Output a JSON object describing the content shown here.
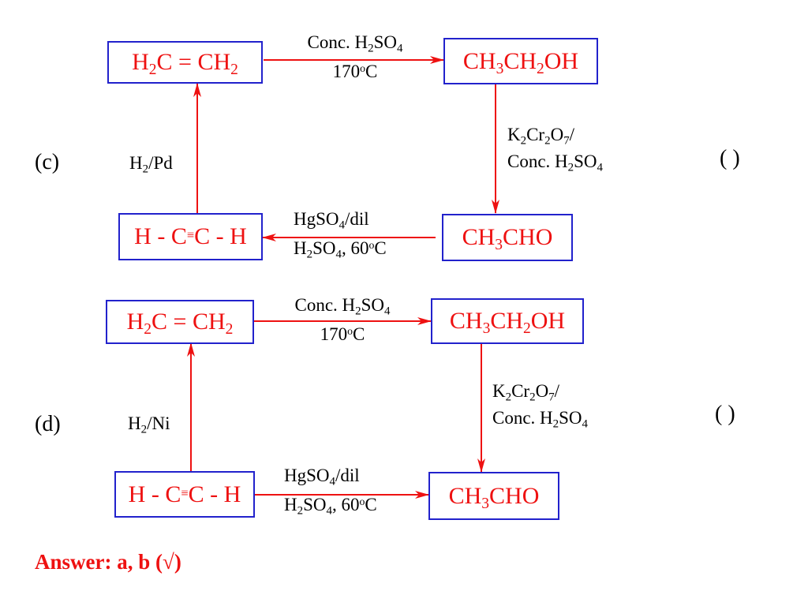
{
  "colors": {
    "compound_text": "#ee1111",
    "box_border": "#2222cc",
    "arrow": "#ee1111",
    "reagent_text": "#000000",
    "answer": "#ee1111"
  },
  "schemes": [
    {
      "tag": "(c)",
      "check": "(    )",
      "ethene": {
        "a": "H",
        "a_sub": "2",
        "b": "C = CH",
        "b_sub": "2"
      },
      "ethanol": {
        "a": "CH",
        "a_sub": "3",
        "b": "CH",
        "b_sub": "2",
        "c": "OH"
      },
      "ethanal": {
        "a": "CH",
        "a_sub": "3",
        "b": "CHO"
      },
      "ethyne": {
        "a": "H - C",
        "triple": "≡",
        "b": "C - H"
      },
      "dehydration": {
        "line1_a": "Conc. H",
        "line1_sub1": "2",
        "line1_b": "SO",
        "line1_sub2": "4",
        "line2_a": "170",
        "line2_sup": "o",
        "line2_b": "C"
      },
      "oxidation": {
        "line1_a": "K",
        "line1_sub1": "2",
        "line1_b": "Cr",
        "line1_sub2": "2",
        "line1_c": "O",
        "line1_sub3": "7",
        "line1_d": "/",
        "line2_a": "Conc. H",
        "line2_sub1": "2",
        "line2_b": "SO",
        "line2_sub2": "4"
      },
      "hydration": {
        "line1_a": "HgSO",
        "line1_sub": "4",
        "line1_b": "/dil",
        "line2_a": "H",
        "line2_sub1": "2",
        "line2_b": "SO",
        "line2_sub2": "4",
        "line2_c": ", 60",
        "line2_sup": "o",
        "line2_d": "C"
      },
      "reduction": {
        "a": "H",
        "a_sub": "2",
        "b": "/Pd"
      }
    },
    {
      "tag": "(d)",
      "check": "(    )",
      "ethene": {
        "a": "H",
        "a_sub": "2",
        "b": "C = CH",
        "b_sub": "2"
      },
      "ethanol": {
        "a": "CH",
        "a_sub": "3",
        "b": "CH",
        "b_sub": "2",
        "c": "OH"
      },
      "ethanal": {
        "a": "CH",
        "a_sub": "3",
        "b": "CHO"
      },
      "ethyne": {
        "a": "H - C",
        "triple": "≡",
        "b": "C - H"
      },
      "dehydration": {
        "line1_a": "Conc. H",
        "line1_sub1": "2",
        "line1_b": "SO",
        "line1_sub2": "4",
        "line2_a": "170",
        "line2_sup": "o",
        "line2_b": "C"
      },
      "oxidation": {
        "line1_a": "K",
        "line1_sub1": "2",
        "line1_b": "Cr",
        "line1_sub2": "2",
        "line1_c": "O",
        "line1_sub3": "7",
        "line1_d": "/",
        "line2_a": "Conc. H",
        "line2_sub1": "2",
        "line2_b": "SO",
        "line2_sub2": "4"
      },
      "hydration": {
        "line1_a": "HgSO",
        "line1_sub": "4",
        "line1_b": "/dil",
        "line2_a": "H",
        "line2_sub1": "2",
        "line2_b": "SO",
        "line2_sub2": "4",
        "line2_c": ", 60",
        "line2_sup": "o",
        "line2_d": "C"
      },
      "reduction": {
        "a": "H",
        "a_sub": "2",
        "b": "/Ni"
      }
    }
  ],
  "answer": {
    "label": "Answer: a, b (",
    "mark": "√",
    "close": ")"
  }
}
